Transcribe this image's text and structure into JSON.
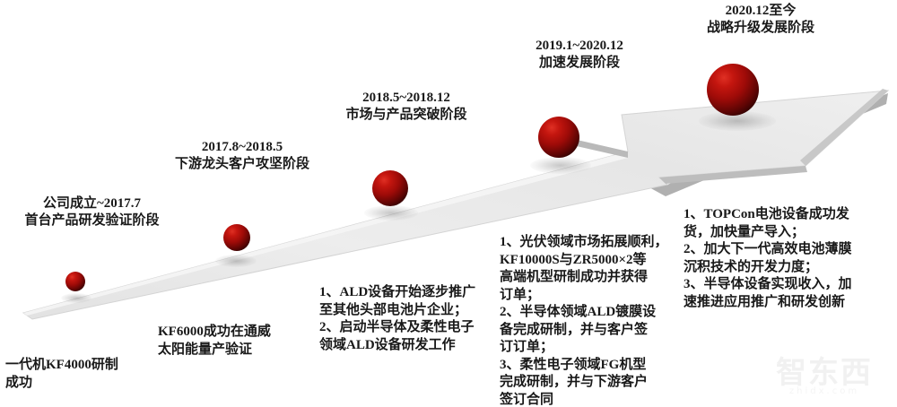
{
  "figure": {
    "type": "timeline-arrow-diagram",
    "background_color": "#ffffff",
    "arrow_color": "#ececec",
    "arrow_edge_color": "#a6a6a6",
    "sphere_color": "#b00d08",
    "text_color": "#191919"
  },
  "stages": [
    {
      "id": "stage-1",
      "period": "公司成立~2017.7",
      "title": "首台产品研发验证阶段",
      "milestone": [
        "一代机KF4000研制",
        "成功"
      ],
      "bullets": []
    },
    {
      "id": "stage-2",
      "period": "2017.8~2018.5",
      "title": "下游龙头客户攻坚阶段",
      "milestone": [
        "KF6000成功在通威",
        "太阳能量产验证"
      ],
      "bullets": []
    },
    {
      "id": "stage-3",
      "period": "2018.5~2018.12",
      "title": "市场与产品突破阶段",
      "milestone": [],
      "bullets": [
        "1、ALD设备开始逐步推广",
        "至其他头部电池片企业；",
        "2、启动半导体及柔性电子",
        "领域ALD设备研发工作"
      ]
    },
    {
      "id": "stage-4",
      "period": "2019.1~2020.12",
      "title": "加速发展阶段",
      "milestone": [],
      "bullets": [
        "1、光伏领域市场拓展顺利，",
        "KF10000S与ZR5000×2等",
        "高端机型研制成功并获得",
        "订单；",
        "2、半导体领域ALD镀膜设",
        "备完成研制，并与客户签",
        "订订单；",
        "3、柔性电子领域FG机型",
        "完成研制，并与下游客户",
        "签订合同"
      ]
    },
    {
      "id": "stage-5",
      "period": "2020.12至今",
      "title": "战略升级发展阶段",
      "milestone": [],
      "bullets": [
        "1、TOPCon电池设备成功发",
        "货，加快量产导入；",
        "2、加大下一代高效电池薄膜",
        "沉积技术的开发力度；",
        "3、半导体设备实现收入，加",
        "速推进应用推广和研发创新"
      ]
    }
  ],
  "watermark": {
    "logo_text": "智东西",
    "domain_text": "zhidx.com"
  }
}
